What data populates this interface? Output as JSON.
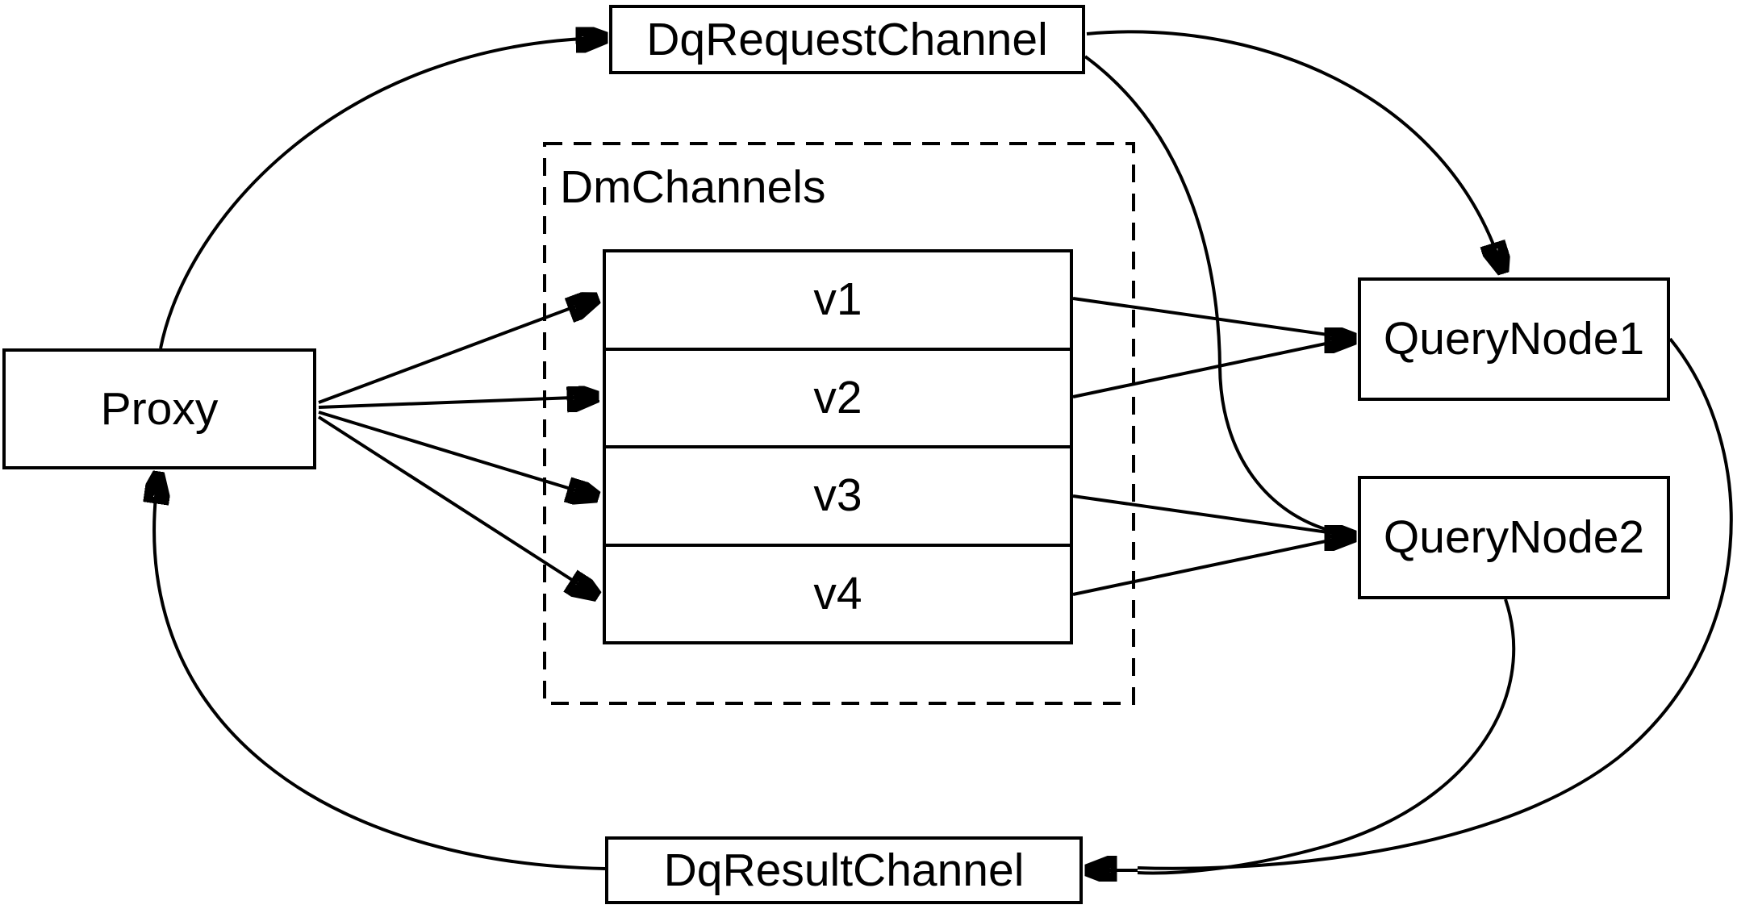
{
  "diagram": {
    "colors": {
      "stroke": "#000000",
      "background": "#ffffff"
    },
    "nodes": {
      "dq_request_channel": {
        "label": "DqRequestChannel"
      },
      "proxy": {
        "label": "Proxy"
      },
      "dm_channels": {
        "label": "DmChannels",
        "channels": [
          {
            "label": "v1"
          },
          {
            "label": "v2"
          },
          {
            "label": "v3"
          },
          {
            "label": "v4"
          }
        ]
      },
      "query_node_1": {
        "label": "QueryNode1"
      },
      "query_node_2": {
        "label": "QueryNode2"
      },
      "dq_result_channel": {
        "label": "DqResultChannel"
      }
    },
    "edges": [
      {
        "from": "proxy",
        "to": "dq_request_channel"
      },
      {
        "from": "dq_request_channel",
        "to": "query_node_1"
      },
      {
        "from": "dq_request_channel",
        "to": "query_node_2"
      },
      {
        "from": "proxy",
        "to": "v1"
      },
      {
        "from": "proxy",
        "to": "v2"
      },
      {
        "from": "proxy",
        "to": "v3"
      },
      {
        "from": "proxy",
        "to": "v4"
      },
      {
        "from": "v1",
        "to": "query_node_1"
      },
      {
        "from": "v2",
        "to": "query_node_1"
      },
      {
        "from": "v3",
        "to": "query_node_2"
      },
      {
        "from": "v4",
        "to": "query_node_2"
      },
      {
        "from": "query_node_1",
        "to": "dq_result_channel"
      },
      {
        "from": "query_node_2",
        "to": "dq_result_channel"
      },
      {
        "from": "dq_result_channel",
        "to": "proxy"
      }
    ]
  }
}
